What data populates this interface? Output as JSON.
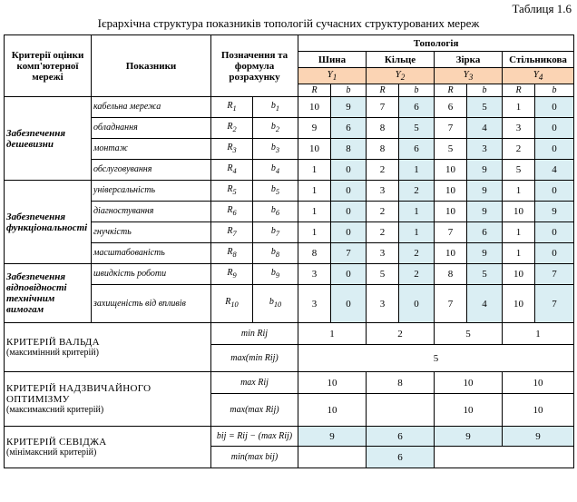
{
  "table_number": "Таблиця 1.6",
  "caption": "Ієрархічна структура показників топологій сучасних структурованих мереж",
  "headers": {
    "criteria": "Критерії оцінки комп'ютерної мережі",
    "indicators": "Показники",
    "notation": "Позначення та формула розрахунку",
    "topology": "Топологія",
    "topologies": [
      "Шина",
      "Кільце",
      "Зірка",
      "Стільникова"
    ],
    "y_labels": [
      "Y1",
      "Y2",
      "Y3",
      "Y4"
    ],
    "sub_cols": [
      "R",
      "b"
    ]
  },
  "groups": [
    {
      "name": "Забезпечення дешевизни",
      "rows": [
        {
          "indicator": "кабельна мережа",
          "r": "R1",
          "b": "b1",
          "vals": [
            "10",
            "9",
            "7",
            "6",
            "6",
            "5",
            "1",
            "0"
          ]
        },
        {
          "indicator": "обладнання",
          "r": "R2",
          "b": "b2",
          "vals": [
            "9",
            "6",
            "8",
            "5",
            "7",
            "4",
            "3",
            "0"
          ]
        },
        {
          "indicator": "монтаж",
          "r": "R3",
          "b": "b3",
          "vals": [
            "10",
            "8",
            "8",
            "6",
            "5",
            "3",
            "2",
            "0"
          ]
        },
        {
          "indicator": "обслуговування",
          "r": "R4",
          "b": "b4",
          "vals": [
            "1",
            "0",
            "2",
            "1",
            "10",
            "9",
            "5",
            "4"
          ]
        }
      ]
    },
    {
      "name": "Забезпечення функціональності",
      "rows": [
        {
          "indicator": "універсальність",
          "r": "R5",
          "b": "b5",
          "vals": [
            "1",
            "0",
            "3",
            "2",
            "10",
            "9",
            "1",
            "0"
          ]
        },
        {
          "indicator": "діагностування",
          "r": "R6",
          "b": "b6",
          "vals": [
            "1",
            "0",
            "2",
            "1",
            "10",
            "9",
            "10",
            "9"
          ]
        },
        {
          "indicator": "гнучкість",
          "r": "R7",
          "b": "b7",
          "vals": [
            "1",
            "0",
            "2",
            "1",
            "7",
            "6",
            "1",
            "0"
          ]
        },
        {
          "indicator": "масштабованість",
          "r": "R8",
          "b": "b8",
          "vals": [
            "8",
            "7",
            "3",
            "2",
            "10",
            "9",
            "1",
            "0"
          ]
        }
      ]
    },
    {
      "name": "Забезпечення відповідності технічним вимогам",
      "rows": [
        {
          "indicator": "швидкість роботи",
          "r": "R9",
          "b": "b9",
          "vals": [
            "3",
            "0",
            "5",
            "2",
            "8",
            "5",
            "10",
            "7"
          ]
        },
        {
          "indicator": "захищеність від впливів",
          "r": "R10",
          "b": "b10",
          "vals": [
            "3",
            "0",
            "3",
            "0",
            "7",
            "4",
            "10",
            "7"
          ]
        }
      ]
    }
  ],
  "wald": {
    "label": "КРИТЕРІЙ ВАЛЬДА",
    "sub": "(максимінний критерій)",
    "f1": "min Rij",
    "f2": "max(min Rij)",
    "row1": [
      "1",
      "2",
      "5",
      "1"
    ],
    "row2": "5"
  },
  "optimism": {
    "label": "КРИТЕРІЙ НАДЗВИЧАЙНОГО ОПТИМІЗМУ",
    "sub": "(максимаксний критерій)",
    "f1": "max Rij",
    "f2": "max(max Rij)",
    "row1": [
      "10",
      "8",
      "10",
      "10"
    ],
    "row2": [
      "10",
      "10",
      "10"
    ]
  },
  "savage": {
    "label": "КРИТЕРІЙ СЕВІДЖА",
    "sub": "(мінімаксний критерій)",
    "f1": "bij = Rij − (max Rij)",
    "f2": "min(max bij)",
    "row1": [
      "9",
      "6",
      "9",
      "9"
    ],
    "row2": "6"
  },
  "colors": {
    "header_fill": "#fbd4b4",
    "highlight_fill": "#daeef3"
  }
}
